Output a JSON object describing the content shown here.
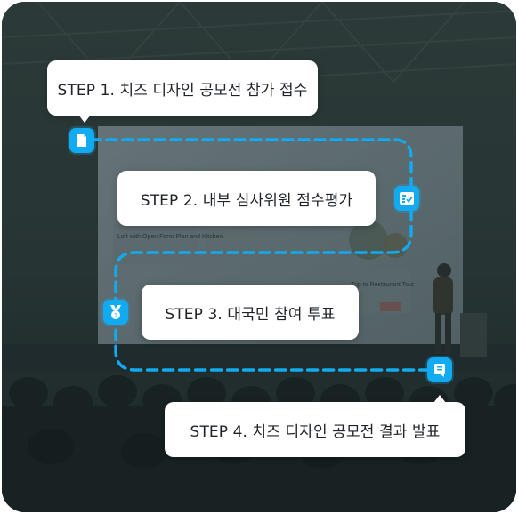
{
  "steps": [
    {
      "label": "STEP 1. 치즈 디자인 공모전 참가 접수",
      "icon": "document-icon"
    },
    {
      "label": "STEP 2. 내부 심사위원 점수평가",
      "icon": "checklist-icon"
    },
    {
      "label": "STEP 3. 대국민 참여 투표",
      "icon": "medal-icon"
    },
    {
      "label": "STEP 4. 치즈 디자인 공모전 결과 발표",
      "icon": "announcement-icon"
    }
  ],
  "screen_text": {
    "left_heading": "Loft with Open Form Plan and Kitchen",
    "right_heading": "Trip to Restaurant Tour"
  },
  "colors": {
    "accent": "#12aaf0",
    "overlay": "#2c3a3c",
    "callout_bg": "#ffffff",
    "text": "#1f2328"
  }
}
